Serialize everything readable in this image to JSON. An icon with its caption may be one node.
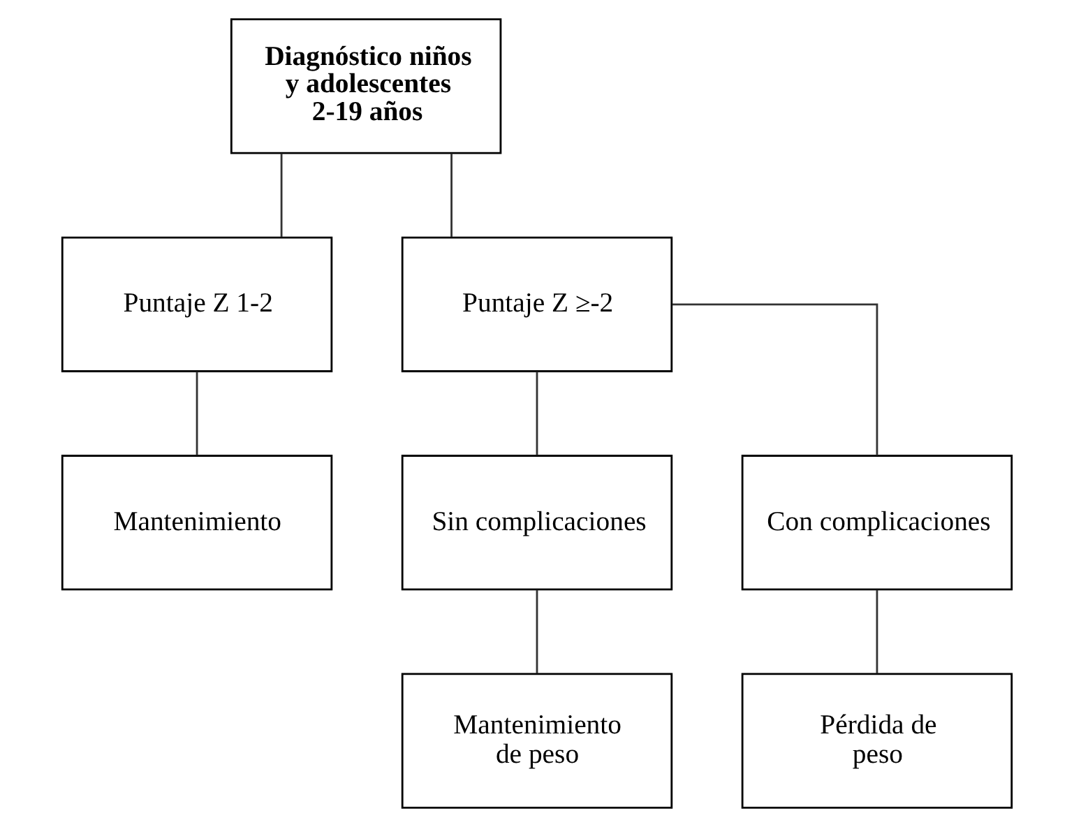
{
  "diagram": {
    "nodes": [
      {
        "text": [
          "Diagnóstico niños y adolescentes 2-19 años"
        ]
      },
      {
        "text": [
          "Puntaje Z 1-2"
        ]
      },
      {
        "text": [
          "Puntaje Z ≥-2"
        ]
      },
      {
        "text": [
          "Mantenimiento"
        ]
      },
      {
        "text": [
          "Sin complicaciones"
        ]
      },
      {
        "text": [
          "Con complicaciones"
        ]
      },
      {
        "text": [
          "Mantenimiento de peso"
        ]
      },
      {
        "text": [
          "Pérdida de peso"
        ]
      }
    ],
    "edges": [
      {
        "from": 0,
        "to": 1,
        "arrow": "none"
      },
      {
        "from": 0,
        "to": 2,
        "arrow": "none"
      },
      {
        "from": 1,
        "to": 3,
        "arrow": "none"
      },
      {
        "from": 2,
        "to": 4,
        "arrow": "none"
      },
      {
        "from": 2,
        "to": 5,
        "arrow": "none"
      },
      {
        "from": 4,
        "to": 6,
        "arrow": "none"
      },
      {
        "from": 5,
        "to": 7,
        "arrow": "none"
      }
    ]
  }
}
